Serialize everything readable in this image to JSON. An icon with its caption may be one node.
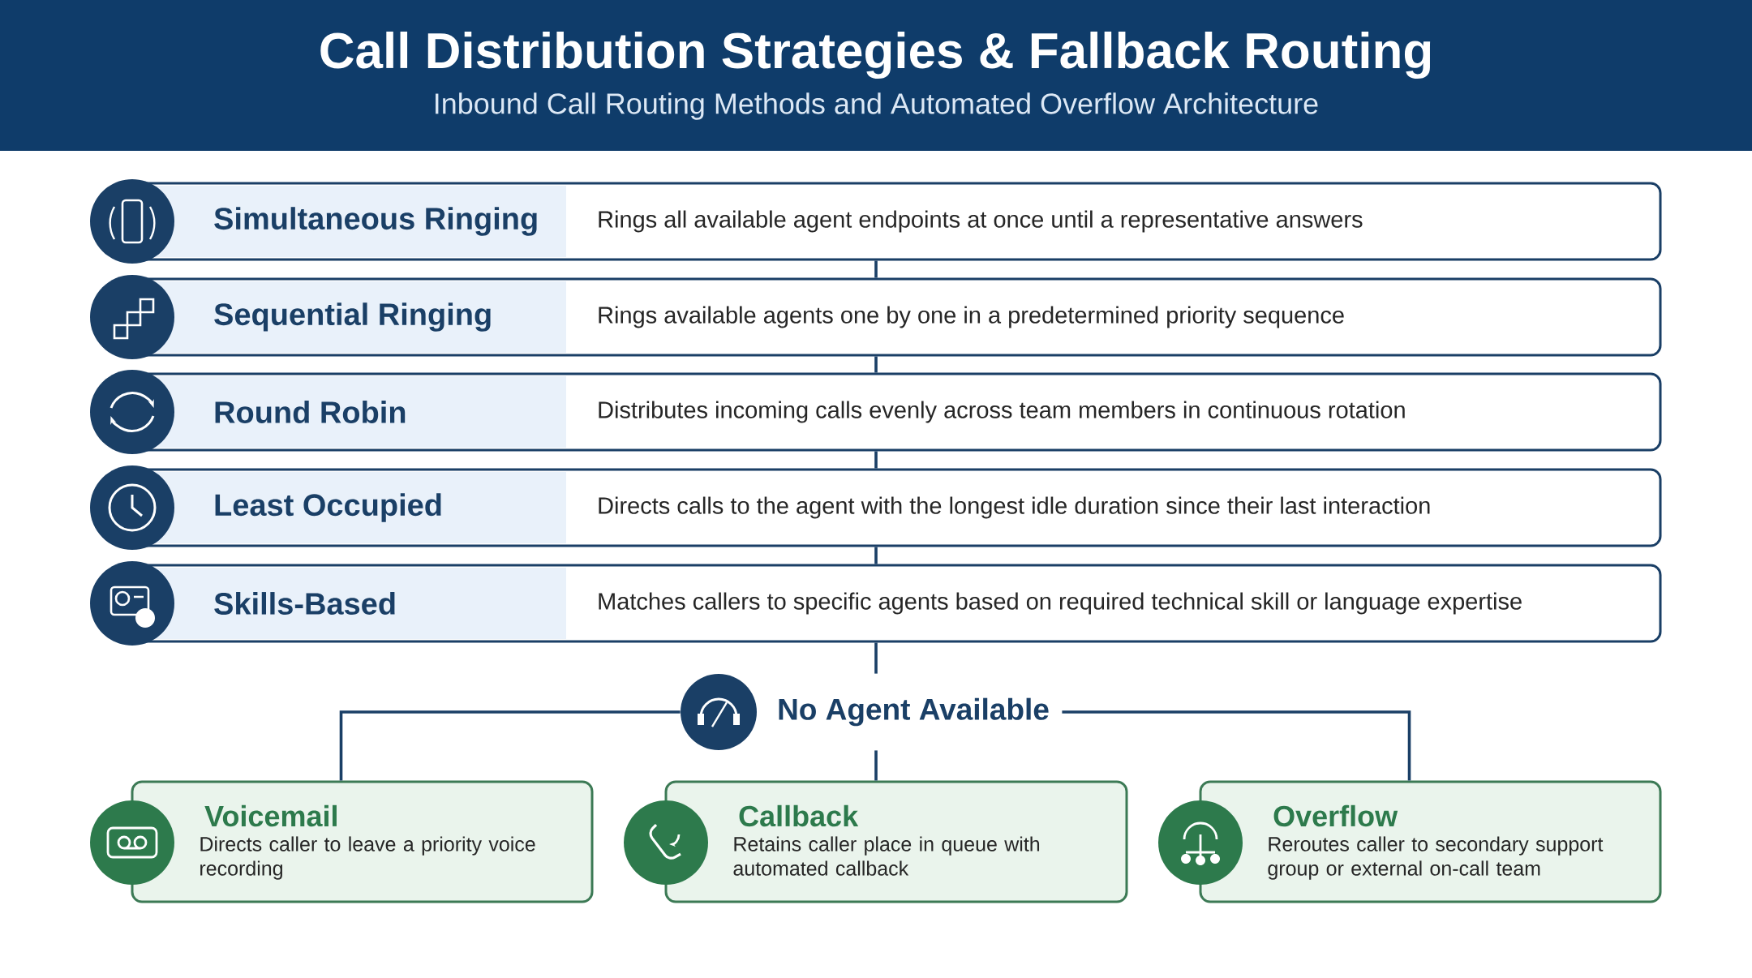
{
  "diagram": {
    "title": "Call Distribution Strategies & Fallback Routing",
    "nodes": [
      {
        "text": [
          "Simultaneous Ringing",
          "Rings all available agent endpoints at once until a representative answers"
        ]
      },
      {
        "text": [
          "Sequential Ringing",
          "Rings available agents one by one in a predetermined priority sequence"
        ]
      },
      {
        "text": [
          "Round Robin",
          "Distributes incoming calls evenly across team members in continuous rotation"
        ]
      },
      {
        "text": [
          "Least Occupied",
          "Directs calls to the agent with the longest idle duration since their last interaction"
        ]
      },
      {
        "text": [
          "Skills-Based",
          "Matches callers to specific agents based on required technical skill or language expertise"
        ]
      },
      {
        "text": [
          "No Agent Available"
        ]
      },
      {
        "text": [
          "Voicemail",
          "Directs caller to leave a priority voice recording"
        ]
      },
      {
        "text": [
          "Callback",
          "Retains caller place in queue with automated callback"
        ]
      },
      {
        "text": [
          "Overflow",
          "Reroutes caller to secondary support group or external on-call team"
        ]
      }
    ],
    "edges": [
      {
        "from": 0,
        "to": 1,
        "arrow": "none"
      },
      {
        "from": 1,
        "to": 2,
        "arrow": "none"
      },
      {
        "from": 2,
        "to": 3,
        "arrow": "none"
      },
      {
        "from": 3,
        "to": 4,
        "arrow": "none"
      },
      {
        "from": 4,
        "to": 5,
        "arrow": "none"
      },
      {
        "from": 5,
        "to": 6,
        "arrow": "none"
      },
      {
        "from": 5,
        "to": 7,
        "arrow": "none"
      },
      {
        "from": 5,
        "to": 8,
        "arrow": "none"
      }
    ],
    "labels": [
      "Inbound Call Routing Methods and Automated Overflow Architecture"
    ]
  }
}
